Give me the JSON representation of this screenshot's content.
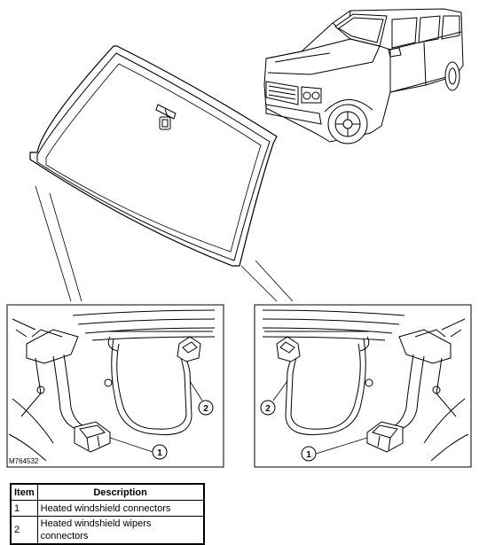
{
  "figure_id": "M764532",
  "callouts": [
    "1",
    "2"
  ],
  "table": {
    "headers": [
      "Item",
      "Description"
    ],
    "rows": [
      {
        "item": "1",
        "description": "Heated windshield connectors"
      },
      {
        "item": "2",
        "description": "Heated windshield wipers connectors"
      }
    ]
  }
}
